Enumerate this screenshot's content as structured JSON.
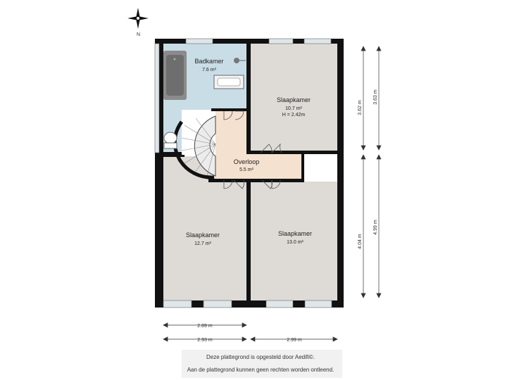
{
  "compass": {
    "north_label": "N"
  },
  "rooms": [
    {
      "id": "badkamer",
      "name": "Badkamer",
      "area": "7.6 m²"
    },
    {
      "id": "slaapkamer-ne",
      "name": "Slaapkamer",
      "area": "10.7 m²",
      "height": "H = 2.42m"
    },
    {
      "id": "overloop",
      "name": "Overloop",
      "area": "5.5 m²"
    },
    {
      "id": "slaapkamer-sw",
      "name": "Slaapkamer",
      "area": "12.7 m²"
    },
    {
      "id": "slaapkamer-se",
      "name": "Slaapkamer",
      "area": "13.0 m²"
    }
  ],
  "dimensions": {
    "right_inner_top": "3.62 m",
    "right_outer_top": "3.63 m",
    "right_inner_bottom": "4.04 m",
    "right_outer_bottom": "4.99 m",
    "bottom_upper": "2.89 m",
    "bottom_lower_left": "2.93 m",
    "bottom_lower_right": "2.99 m"
  },
  "footer": {
    "line1": "Deze plattegrond is opgesteld door Aedifi©.",
    "line2": "Aan de plattegrond kunnen geen rechten worden ontleend."
  },
  "colors": {
    "wall": "#111111",
    "bathroom_floor": "#c9dde7",
    "bedroom_floor": "#dedbd6",
    "landing_floor": "#f5e1cf",
    "window": "#dfe6ea"
  }
}
